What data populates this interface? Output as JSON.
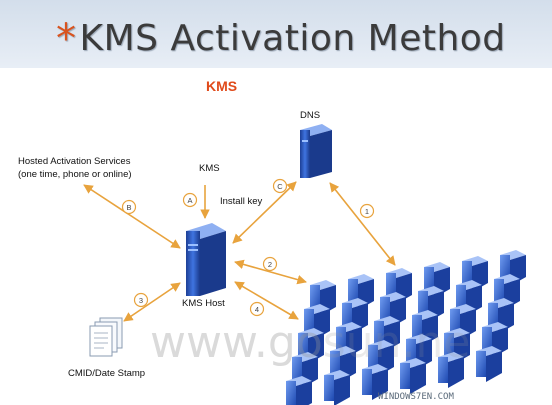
{
  "slide": {
    "title_star": "*",
    "title": "KMS Activation Method"
  },
  "diagram": {
    "heading": "KMS",
    "nodes": {
      "dns": "DNS",
      "hosted_line1": "Hosted Activation Services",
      "hosted_line2": "(one time, phone or online)",
      "kms": "KMS",
      "install_key": "Install key",
      "kms_host": "KMS Host",
      "cmid": "CMID/Date Stamp"
    },
    "steps": {
      "a": "A",
      "b": "B",
      "c": "C",
      "s1": "1",
      "s2": "2",
      "s3": "3",
      "s4": "4"
    }
  },
  "watermark": "www.go",
  "watermark_tail": "sun.ne",
  "badge_text": "WINDOWS7EN.COM",
  "colors": {
    "arrow": "#e8a33d",
    "server_blue": "#2f5fc4",
    "kms_heading": "#e04a1a",
    "title_star": "#d9531e"
  }
}
